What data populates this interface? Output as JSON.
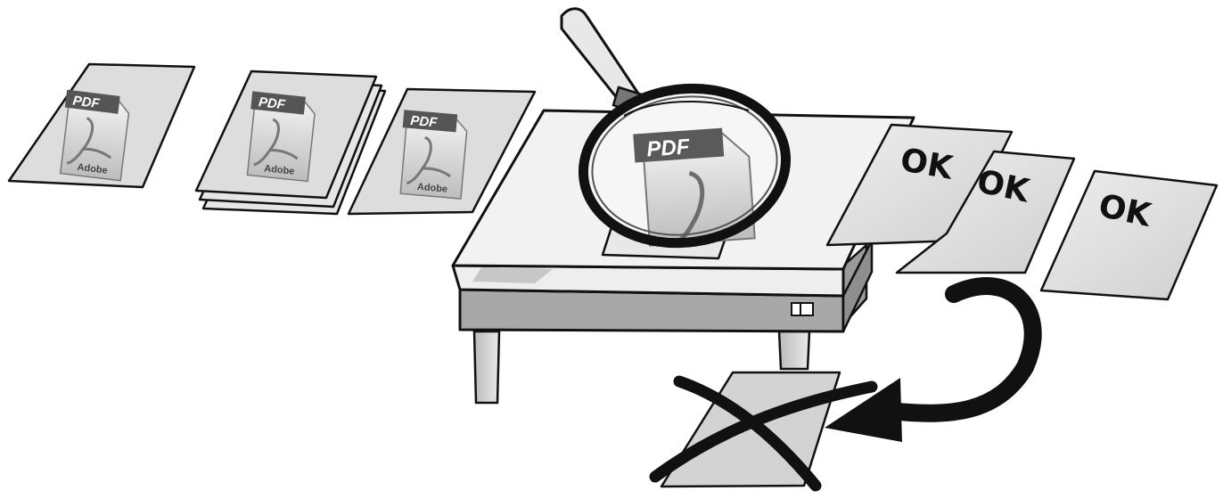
{
  "documents": [
    {
      "badge": "PDF",
      "brand": "Adobe"
    },
    {
      "badge": "PDF",
      "brand": "Adobe"
    },
    {
      "badge": "PDF",
      "brand": "Adobe"
    }
  ],
  "inspected_document": {
    "badge": "PDF"
  },
  "results": [
    {
      "label": "OK"
    },
    {
      "label": "OK"
    },
    {
      "label": "OK"
    }
  ],
  "colors": {
    "ink": "#111111",
    "paper": "#ffffff",
    "paper_shade": "#dcdcdc",
    "table_top": "#efefef",
    "table_side": "#a9a9a9",
    "badge": "#5a5a5a"
  }
}
